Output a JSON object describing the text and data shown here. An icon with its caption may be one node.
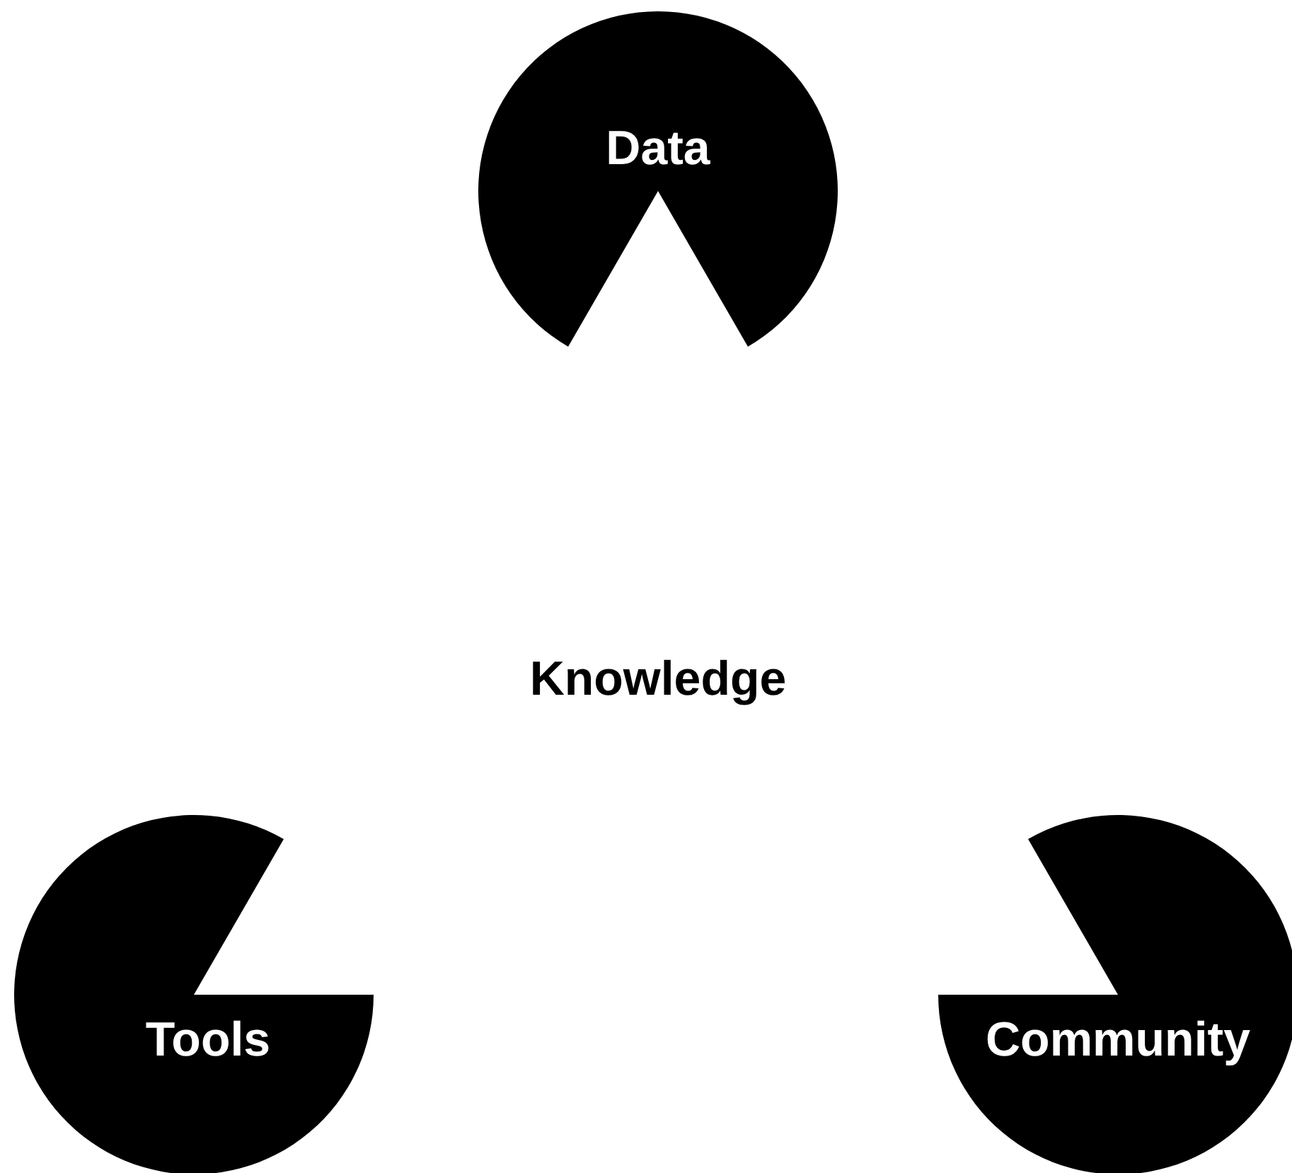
{
  "diagram": {
    "nodes": [
      {
        "text": [
          "Data"
        ]
      },
      {
        "text": [
          "Tools"
        ]
      },
      {
        "text": [
          "Community"
        ]
      }
    ],
    "labels": [
      "Knowledge"
    ]
  }
}
